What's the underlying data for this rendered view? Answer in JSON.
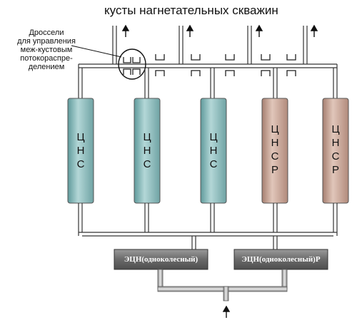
{
  "title": "кусты нагнетательных скважин",
  "annotation": {
    "lines": [
      "Дроссели",
      "для управления",
      "меж-кустовым",
      "потокораспре-",
      "делением"
    ]
  },
  "pumps": [
    {
      "label": [
        "Ц",
        "Н",
        "С"
      ],
      "kind": "cns"
    },
    {
      "label": [
        "Ц",
        "Н",
        "С"
      ],
      "kind": "cns"
    },
    {
      "label": [
        "Ц",
        "Н",
        "С"
      ],
      "kind": "cns"
    },
    {
      "label": [
        "Ц",
        "Н",
        "С",
        "Р"
      ],
      "kind": "cnsr"
    },
    {
      "label": [
        "Ц",
        "Н",
        "С",
        "Р"
      ],
      "kind": "cnsr"
    }
  ],
  "ecn_units": [
    {
      "label": "ЭЦН(одноколесный)"
    },
    {
      "label": "ЭЦН(одноколесный)Р"
    }
  ],
  "colors": {
    "cns_fill": "#8fbfc0",
    "cnsr_fill": "#c9a596",
    "ecn_fill": "#6e6e6e",
    "pipe": "#444444"
  },
  "icons": {
    "flow_arrow": "up-arrow-icon",
    "choke": "throttle-valve-icon"
  }
}
